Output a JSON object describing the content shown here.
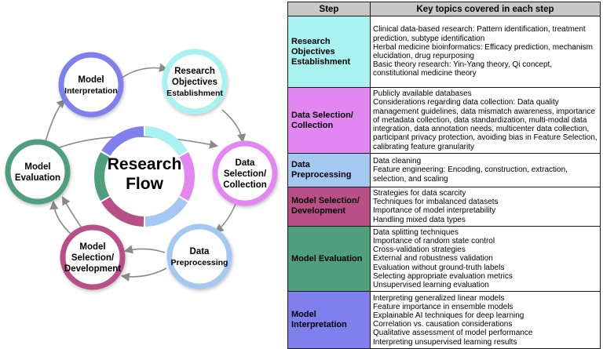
{
  "flow": {
    "center_line1": "Research",
    "center_line2": "Flow",
    "nodes": [
      {
        "lines": [
          "Research",
          "Objectives",
          "Establishment"
        ],
        "color": "#a8f2f2"
      },
      {
        "lines": [
          "Data",
          "Selection/",
          "Collection"
        ],
        "color": "#e286f2"
      },
      {
        "lines": [
          "Data",
          "Preprocessing"
        ],
        "color": "#a5c8f2"
      },
      {
        "lines": [
          "Model",
          "Selection/",
          "Development"
        ],
        "color": "#b84f87"
      },
      {
        "lines": [
          "Model",
          "Evaluation"
        ],
        "color": "#4f9f7e"
      },
      {
        "lines": [
          "Model",
          "Interpretation"
        ],
        "color": "#7f7fee"
      }
    ]
  },
  "table": {
    "header_step": "Step",
    "header_topics": "Key topics covered in each step",
    "rows": [
      {
        "step": "Research Objectives Establishment",
        "topics": [
          "Clinical data-based research: Pattern identification, treatment prediction, subtype identification",
          "Herbal medicine bioinformatics: Efficacy prediction, mechanism elucidation, drug repurposing",
          "Basic theory research: Yin-Yang theory, Qi concept, constitutional medicine theory"
        ]
      },
      {
        "step": "Data Selection/ Collection",
        "topics": [
          "Publicly available databases",
          "Considerations regarding data collection: Data quality management guidelines, data mismatch awareness, importance of metadata collection, data standardization, multi-modal data integration, data annotation needs, multicenter data collection, participant privacy protection, avoiding bias in Feature Selection, calibrating feature granularity"
        ]
      },
      {
        "step": "Data Preprocessing",
        "topics": [
          "Data cleaning",
          "Feature engineering: Encoding, construction, extraction, selection, and scaling"
        ]
      },
      {
        "step": "Model Selection/ Development",
        "topics": [
          "Strategies for data scarcity",
          "Techniques for imbalanced datasets",
          "Importance of model interpretability",
          "Handling mixed data types"
        ]
      },
      {
        "step": "Model Evaluation",
        "topics": [
          "Data splitting techniques",
          "Importance of random state control",
          "Cross-validation strategies",
          "External and robustness validation",
          "Evaluation without ground-truth labels",
          "Selecting appropriate evaluation metrics",
          "Unsupervised learning evaluation"
        ]
      },
      {
        "step": "Model Interpretation",
        "topics": [
          "Interpreting generalized linear models",
          "Feature importance in ensemble models",
          "Explainable AI techniques for deep learning",
          "Correlation vs. causation considerations",
          "Qualitative assessment of model performance",
          "Interpreting unsupervised learning results"
        ]
      }
    ]
  }
}
